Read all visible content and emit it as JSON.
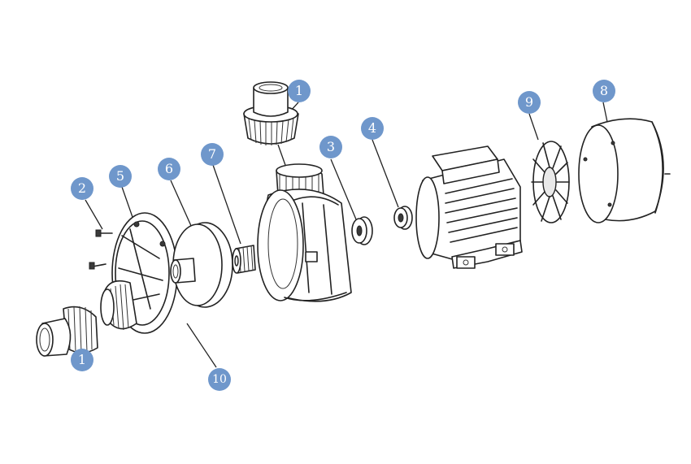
{
  "diagram": {
    "accent_color": "#6f97cb",
    "callouts": [
      {
        "id": "callout-1-top",
        "label": "1"
      },
      {
        "id": "callout-1-bottom",
        "label": "1"
      },
      {
        "id": "callout-2",
        "label": "2"
      },
      {
        "id": "callout-3",
        "label": "3"
      },
      {
        "id": "callout-4",
        "label": "4"
      },
      {
        "id": "callout-5",
        "label": "5"
      },
      {
        "id": "callout-6",
        "label": "6"
      },
      {
        "id": "callout-7",
        "label": "7"
      },
      {
        "id": "callout-8",
        "label": "8"
      },
      {
        "id": "callout-9",
        "label": "9"
      },
      {
        "id": "callout-10",
        "label": "10"
      }
    ]
  }
}
